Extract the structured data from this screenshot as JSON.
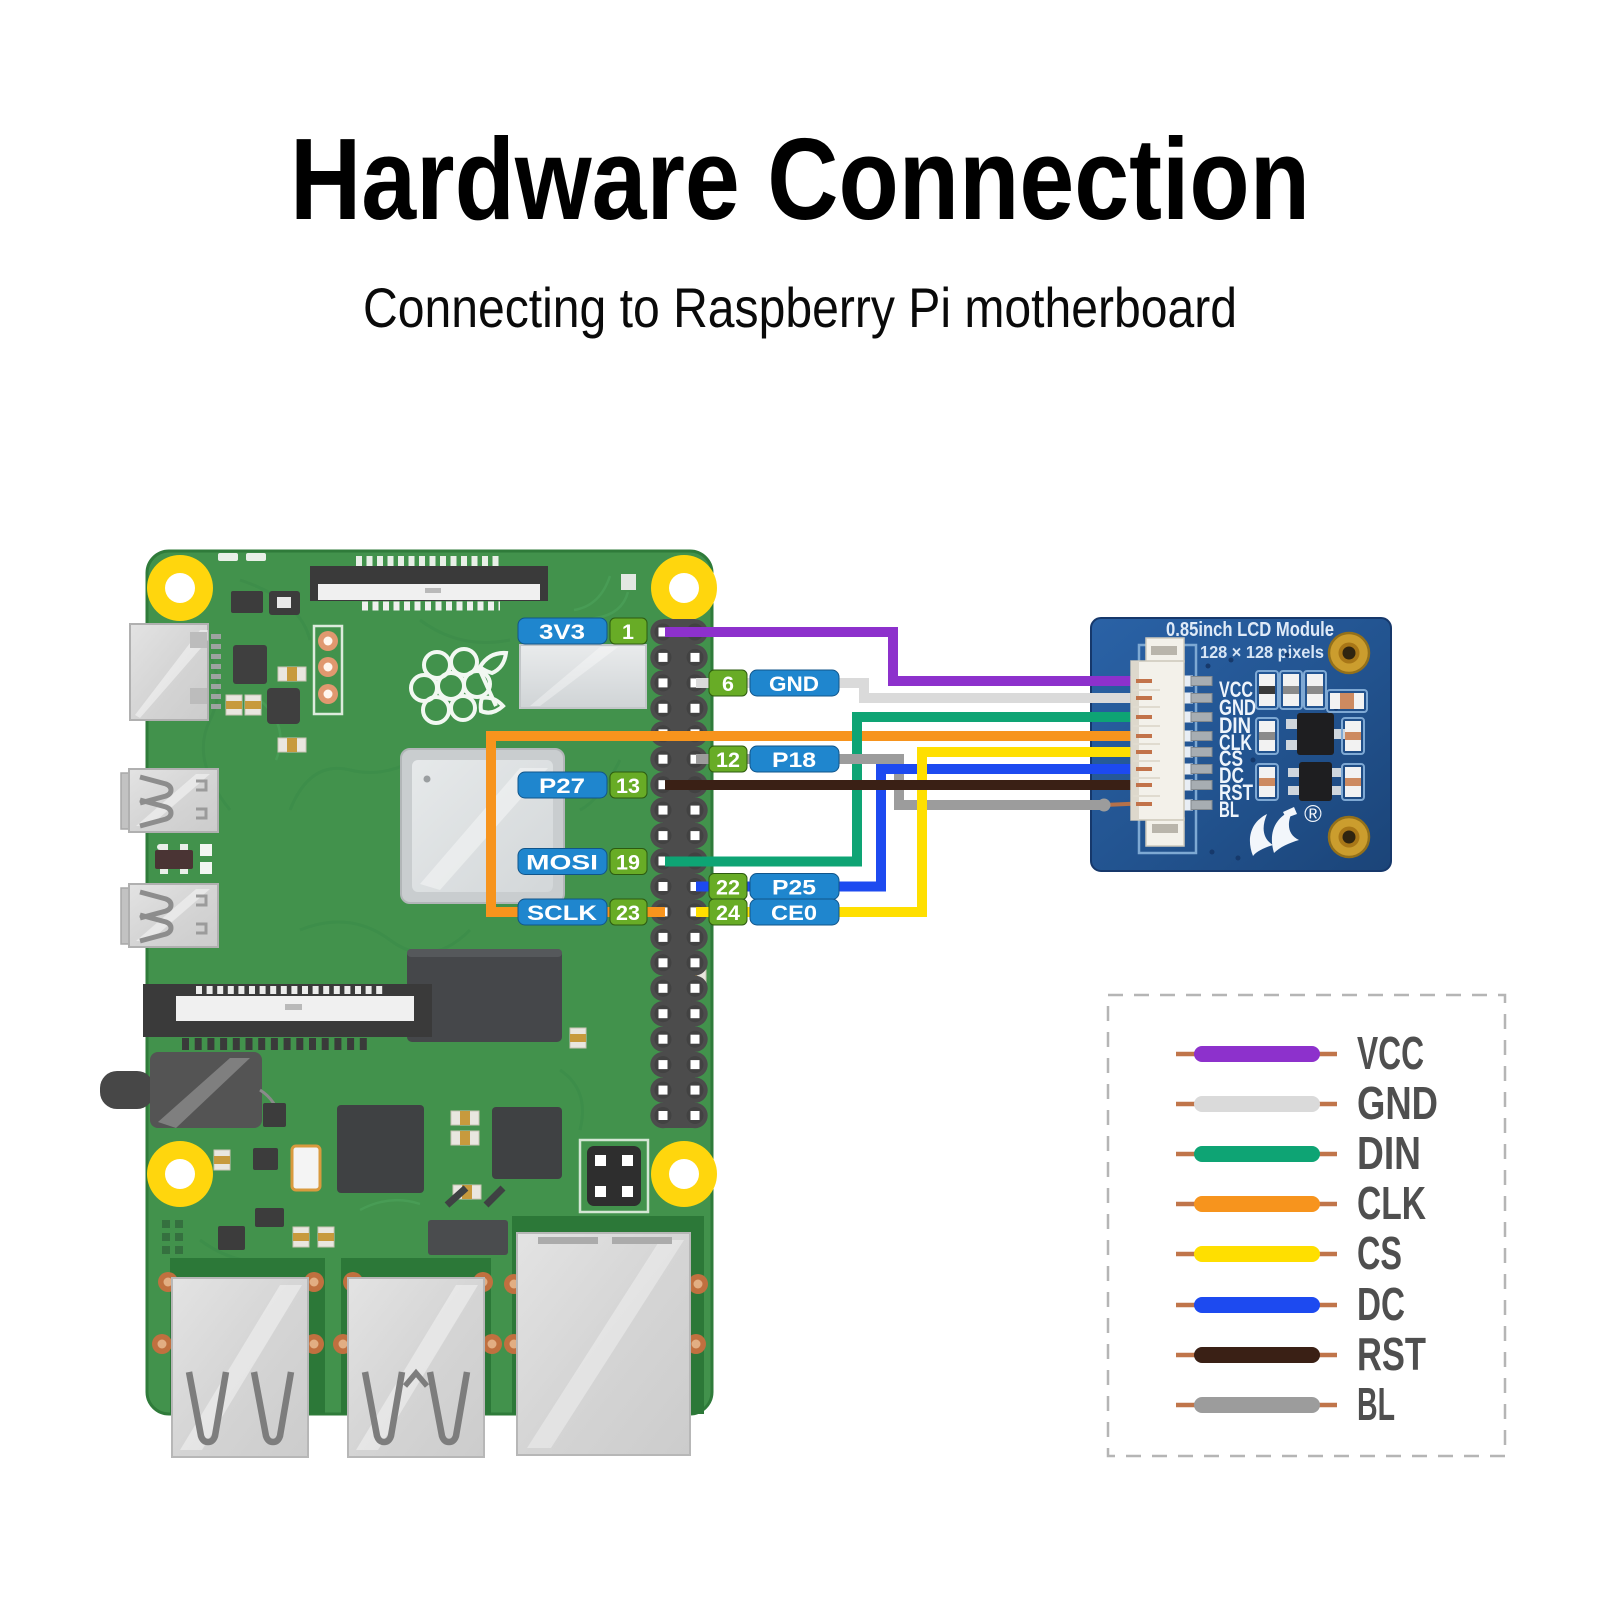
{
  "header": {
    "title": "Hardware Connection",
    "subtitle": "Connecting to Raspberry Pi motherboard"
  },
  "raspberry_pi": {
    "gpio_labels": [
      {
        "pin": "1",
        "signal": "3V3"
      },
      {
        "pin": "6",
        "signal": "GND"
      },
      {
        "pin": "12",
        "signal": "P18"
      },
      {
        "pin": "13",
        "signal": "P27"
      },
      {
        "pin": "19",
        "signal": "MOSI"
      },
      {
        "pin": "22",
        "signal": "P25"
      },
      {
        "pin": "23",
        "signal": "SCLK"
      },
      {
        "pin": "24",
        "signal": "CE0"
      }
    ]
  },
  "lcd_module": {
    "title": "0.85inch LCD Module",
    "resolution": "128 × 128 pixels",
    "registered_mark": "®",
    "pins": [
      "VCC",
      "GND",
      "DIN",
      "CLK",
      "CS",
      "DC",
      "RST",
      "BL"
    ]
  },
  "wires": [
    {
      "name": "VCC",
      "color": "#8d31cc"
    },
    {
      "name": "GND",
      "color": "#dadada"
    },
    {
      "name": "DIN",
      "color": "#0ea474"
    },
    {
      "name": "CLK",
      "color": "#f7941d"
    },
    {
      "name": "CS",
      "color": "#ffdf00"
    },
    {
      "name": "DC",
      "color": "#1d4af0"
    },
    {
      "name": "RST",
      "color": "#3a2015"
    },
    {
      "name": "BL",
      "color": "#9c9c9c"
    }
  ],
  "colors": {
    "pin_label_blue": "#1f86ce",
    "pin_number_green": "#68ac26",
    "board_green": "#42924c",
    "board_edge_green": "#2f7b3a",
    "module_blue_light": "#2a65ad",
    "module_blue_dark": "#1c4a84",
    "copper_lead": "#c0754a",
    "legend_text": "#4f4f4f",
    "gold_pad": "#cb9d2e"
  }
}
